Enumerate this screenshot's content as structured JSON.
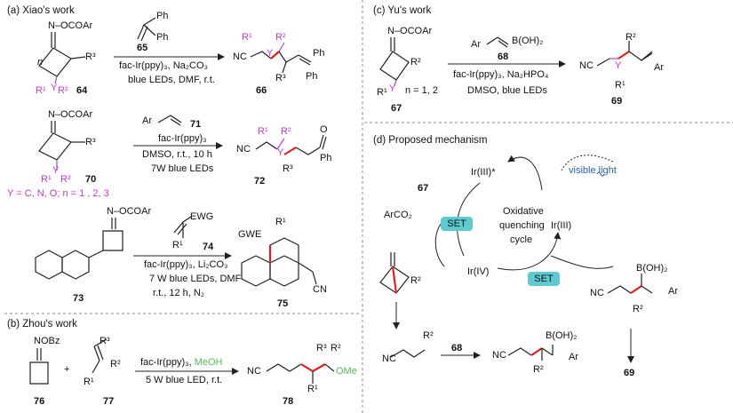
{
  "panels": {
    "a": {
      "title": "(a) Xiao's work"
    },
    "b": {
      "title": "(b) Zhou's work"
    },
    "c": {
      "title": "(c) Yu's work"
    },
    "d": {
      "title": "(d) Proposed mechanism"
    }
  },
  "compounds": {
    "c64": "64",
    "c65": "65",
    "c66": "66",
    "c70": "70",
    "c71": "71",
    "c72": "72",
    "c73": "73",
    "c74": "74",
    "c75": "75",
    "c76": "76",
    "c77": "77",
    "c78": "78",
    "c67": "67",
    "c68": "68",
    "c69": "69"
  },
  "labels": {
    "ocoar": "N–OCOAr",
    "n": "n",
    "r1": "R¹",
    "r2": "R²",
    "r3": "R³",
    "y": "Y",
    "ph": "Ph",
    "nc": "NC",
    "cn": "CN",
    "ar": "Ar",
    "boh2": "B(OH)₂",
    "ewg": "EWG",
    "gwe": "GWE",
    "nobz": "NOBz",
    "ome": "OMe",
    "plus": "+",
    "o": "O",
    "ph_ketone": "Ph",
    "y_def": "Y = C, N, O; n = 1 , 2, 3",
    "n12": "n = 1, 2"
  },
  "conditions": {
    "r1_line1": "fac-Ir(ppy)₃, Na₂CO₃",
    "r1_line2": "blue LEDs, DMF, r.t.",
    "r2_line1": "fac-Ir(ppy)₃",
    "r2_line2": "DMSO, r.t., 10 h",
    "r2_line3": "7W blue LEDs",
    "r3_line1": "fac-Ir(ppy)₃, Li₂CO₃",
    "r3_line2": "7 W blue LEDs, DMF",
    "r3_line3": "r.t., 12 h, N₂",
    "r4_line1a": "fac-Ir(ppy)₃, ",
    "r4_line1b": "MeOH",
    "r4_line2": "5 W blue LED, r.t.",
    "r5_line1": "fac-Ir(ppy)₃, Na₂HPO₄",
    "r5_line2": "DMSO, blue LEDs"
  },
  "mechanism": {
    "ir3star": "Ir(III)*",
    "ir3": "Ir(III)",
    "ir4": "Ir(IV)",
    "visible_light": "visible light",
    "set": "SET",
    "cycle": [
      "Oxidative",
      "quenching",
      "cycle"
    ],
    "arco2": "ArCO₂",
    "c67": "67",
    "c68": "68",
    "c69": "69"
  }
}
